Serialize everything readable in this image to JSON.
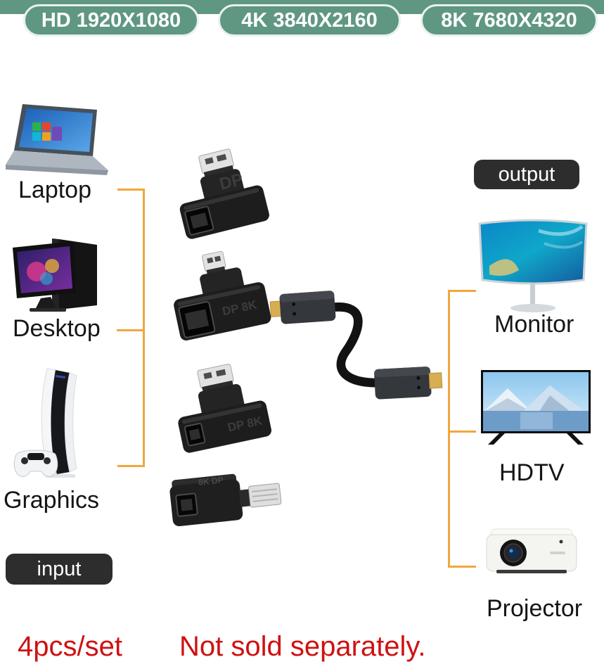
{
  "resolution_badges": [
    {
      "label": "HD 1920X1080"
    },
    {
      "label": "4K 3840X2160"
    },
    {
      "label": "8K 7680X4320"
    }
  ],
  "input_section": {
    "badge_label": "input",
    "devices": [
      {
        "label": "Laptop",
        "icon": "laptop-icon"
      },
      {
        "label": "Desktop",
        "icon": "desktop-tower-icon"
      },
      {
        "label": "Graphics",
        "icon": "game-console-icon"
      }
    ]
  },
  "output_section": {
    "badge_label": "output",
    "devices": [
      {
        "label": "Monitor",
        "icon": "curved-monitor-icon"
      },
      {
        "label": "HDTV",
        "icon": "tv-icon"
      },
      {
        "label": "Projector",
        "icon": "projector-icon"
      }
    ]
  },
  "adapters": [
    {
      "icon": "dp-male-to-dp-female-right-angle-adapter-icon",
      "embossed": "DP"
    },
    {
      "icon": "mini-dp-male-to-dp-female-right-angle-adapter-icon",
      "embossed": "DP 8K"
    },
    {
      "icon": "dp-male-to-mini-dp-female-right-angle-adapter-icon",
      "embossed": "DP 8K"
    },
    {
      "icon": "mini-dp-male-to-mini-dp-female-right-angle-adapter-icon",
      "embossed": "8K DP"
    }
  ],
  "cable": {
    "icon": "short-dp-cable-icon"
  },
  "footer": {
    "set_label": "4pcs/set",
    "note": "Not sold separately."
  },
  "colors": {
    "badge_green": "#5f9783",
    "connector_orange": "#f2a73c",
    "dark_badge": "#2d2d2d",
    "note_red": "#cf1111"
  }
}
